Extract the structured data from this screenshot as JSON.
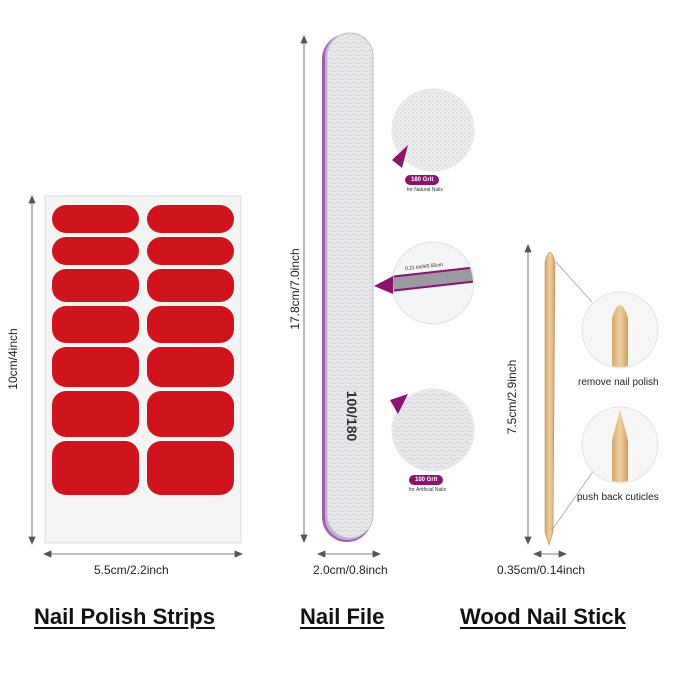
{
  "strips": {
    "width_label": "5.5cm/2.2inch",
    "height_label": "10cm/4inch",
    "title": "Nail Polish Strips",
    "nail_color": "#d0141e",
    "sheet_color": "#f4f4f4",
    "rows": 7,
    "cols": 2
  },
  "file": {
    "length_label": "17.8cm/7.0inch",
    "width_label": "2.0cm/0.8inch",
    "grit_print": "100/180",
    "title": "Nail File",
    "callout_top": {
      "badge": "180 Grit",
      "sub": "for Natural Nails"
    },
    "callout_mid": {
      "thickness": "0.21 inch/0.55cm"
    },
    "callout_bottom": {
      "badge": "100 Grit",
      "sub": "for Artificial Nails"
    },
    "accent_color": "#8a1470"
  },
  "stick": {
    "length_label": "7.5cm/2.9inch",
    "width_label": "0.35cm/0.14inch",
    "title": "Wood Nail Stick",
    "callout_top": "remove nail polish",
    "callout_bottom": "push back cuticles",
    "wood_color": "#e6c08e"
  }
}
